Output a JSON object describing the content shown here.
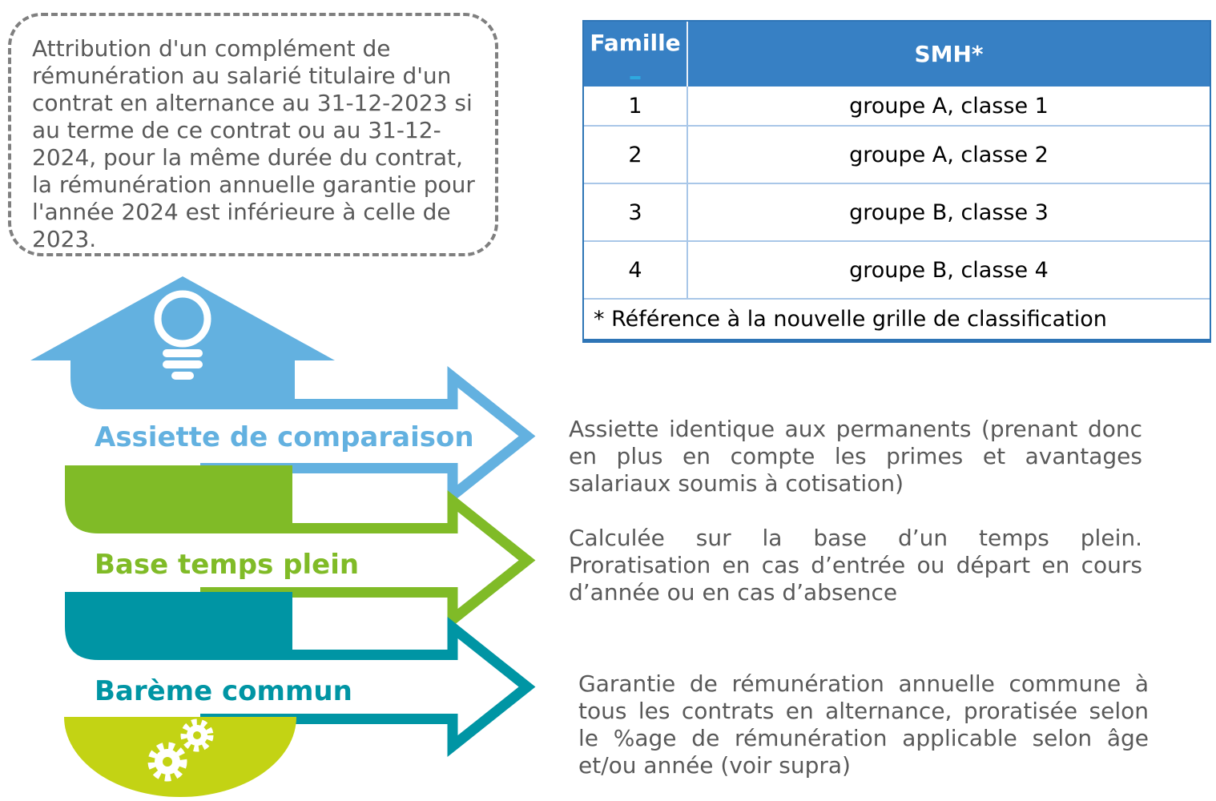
{
  "slide": {
    "callout": {
      "text": "Attribution d'un complément de rémunération au salarié titulaire d'un contrat en alternance au 31-12-2023 si au terme de ce contrat ou au 31-12-2024, pour la même durée du contrat, la rémunération annuelle garantie pour l'année 2024 est inférieure à celle de 2023."
    },
    "table": {
      "columns": [
        {
          "label": "Famille"
        },
        {
          "label": "SMH*"
        }
      ],
      "rows": [
        {
          "famille": "1",
          "smh": "groupe A, classe 1"
        },
        {
          "famille": "2",
          "smh": "groupe A, classe 2"
        },
        {
          "famille": "3",
          "smh": "groupe B, classe 3"
        },
        {
          "famille": "4",
          "smh": "groupe B, classe 4"
        }
      ],
      "footnote": "* Référence à la nouvelle grille de classification"
    },
    "process": {
      "steps": [
        {
          "label": "Assiette de comparaison",
          "description": "Assiette identique aux permanents (prenant donc en plus en compte les primes et avantages salariaux soumis à cotisation)",
          "color": "#63B1E0",
          "icon": "lightbulb-icon"
        },
        {
          "label": "Base temps plein",
          "description": "Calculée sur la base d’un temps plein. Proratisation en cas d’entrée ou départ en cours d’année ou en cas d’absence",
          "color": "#80BB27",
          "icon": ""
        },
        {
          "label": "Barème commun",
          "description": "Garantie de rémunération annuelle commune à tous les contrats en alternance, proratisée selon le %age de rémunération applicable selon âge et/ou année (voir supra)",
          "color": "#0095A4",
          "icon": "gears-icon"
        }
      ]
    },
    "colors": {
      "accent_blue": "#63B1E0",
      "accent_green": "#80BB27",
      "accent_teal": "#0095A4",
      "accent_chartreuse": "#C3D314",
      "table_header_bg": "#3780C4",
      "table_outer_border": "#2E75B6",
      "table_grid_line": "#A9C7E8",
      "famille_dash": "#2EA9DF",
      "body_text": "#595959"
    }
  }
}
